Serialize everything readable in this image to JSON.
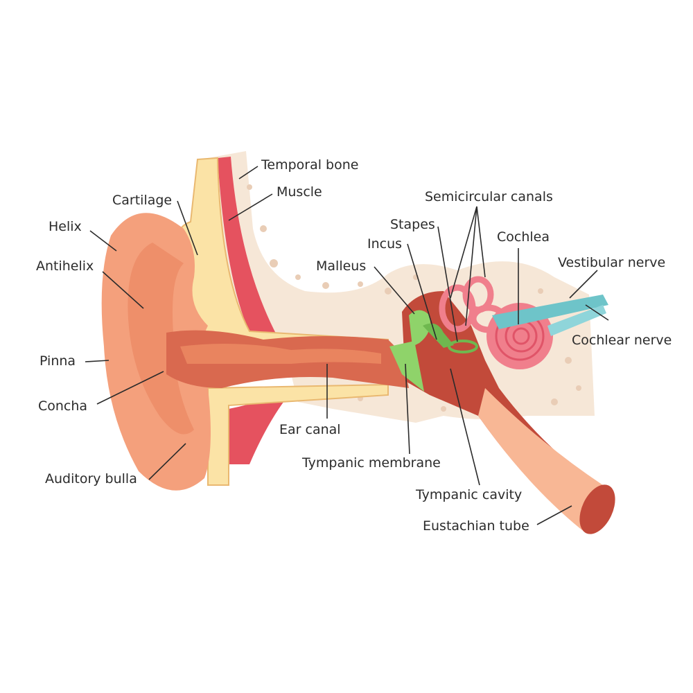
{
  "colors": {
    "bone": "#f6e7d7",
    "bone_holes": "#e9cdb6",
    "skin": "#f4a07c",
    "skin_dark": "#e9845f",
    "skin_light": "#f8b795",
    "canal": "#d9694f",
    "cavity": "#c24a3a",
    "cartilage": "#fbe3a6",
    "muscle": "#e5525f",
    "ossicle": "#8fd36a",
    "labyrinth": "#f07f8c",
    "nerve": "#6ec4c9"
  },
  "labels": {
    "temporal_bone": "Temporal bone",
    "muscle": "Muscle",
    "cartilage": "Cartilage",
    "helix": "Helix",
    "antihelix": "Antihelix",
    "pinna": "Pinna",
    "concha": "Concha",
    "auditory_bulla": "Auditory bulla",
    "ear_canal": "Ear canal",
    "tympanic_membrane": "Tympanic membrane",
    "tympanic_cavity": "Tympanic cavity",
    "eustachian_tube": "Eustachian tube",
    "malleus": "Malleus",
    "incus": "Incus",
    "stapes": "Stapes",
    "semicircular_canals": "Semicircular canals",
    "cochlea": "Cochlea",
    "vestibular_nerve": "Vestibular nerve",
    "cochlear_nerve": "Cochlear nerve"
  }
}
